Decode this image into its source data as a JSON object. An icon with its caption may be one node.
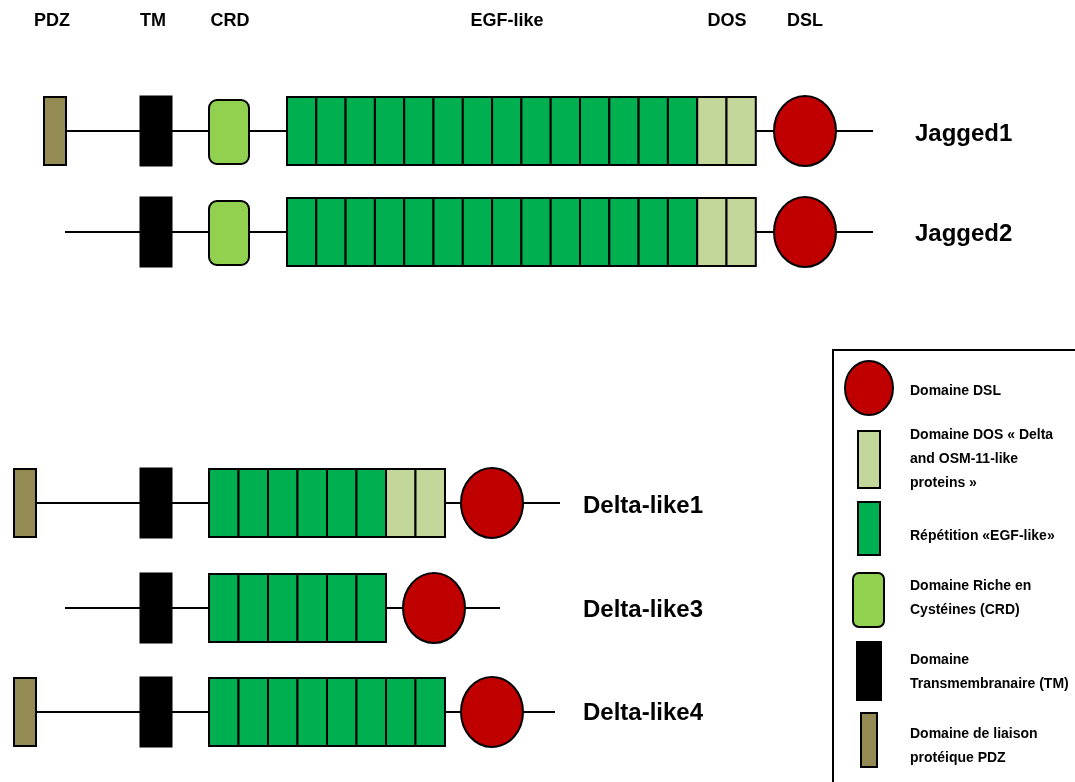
{
  "diagram": {
    "labels": [
      "PDZ",
      "TM",
      "CRD",
      "EGF-like",
      "DOS",
      "DSL",
      "Jagged1",
      "Jagged2",
      "Delta-like1",
      "Delta-like3",
      "Delta-like4"
    ],
    "legend": [
      {
        "text": "Domaine DSL",
        "color": "#c00000"
      },
      {
        "text": "Domaine DOS « Delta and OSM-11-like proteins »",
        "color": "#c4d79b"
      },
      {
        "text": "Répétition «EGF-like»",
        "color": "#00b050"
      },
      {
        "text": "Domaine Riche en Cystéines (CRD)",
        "color": "#92d050"
      },
      {
        "text": "Domaine Transmembranaire (TM)",
        "color": "#000000"
      },
      {
        "text": "Domaine de liaison protéique PDZ",
        "color": "#948a54"
      }
    ]
  }
}
